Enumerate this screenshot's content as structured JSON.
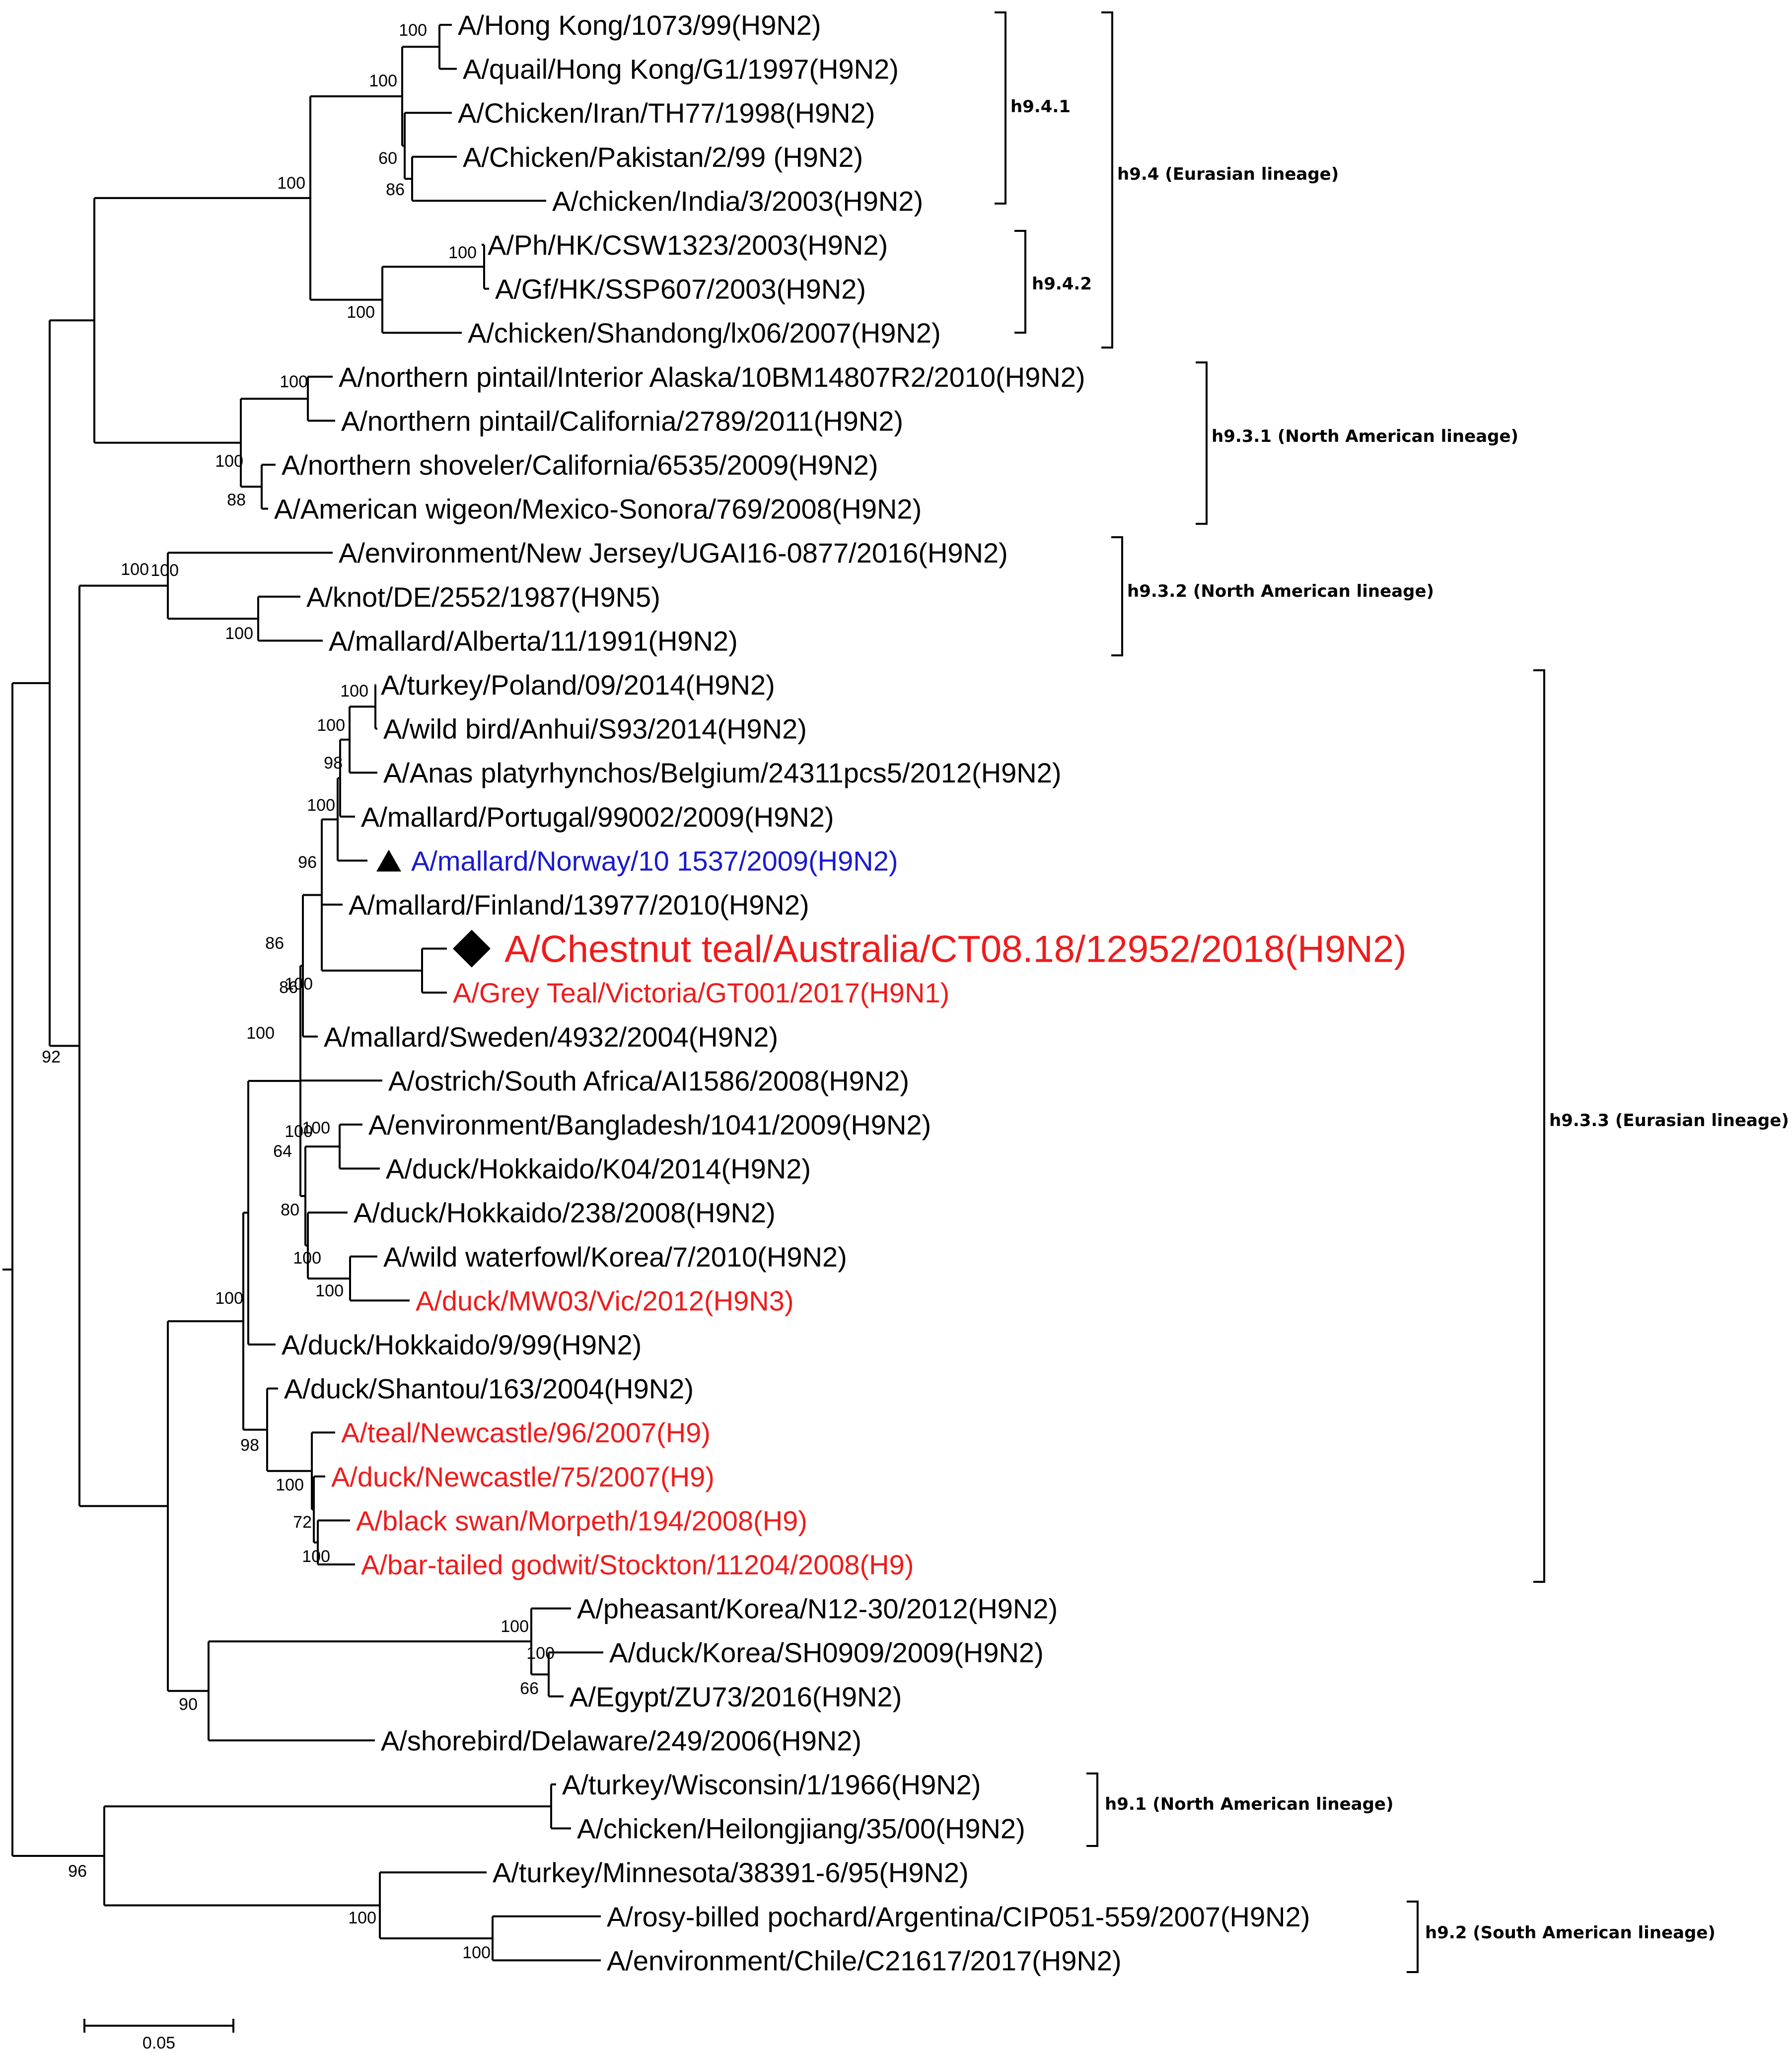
{
  "colors": {
    "black": "#000000",
    "red": "#ee1c1c",
    "blue": "#1a1acc"
  },
  "taxa": [
    {
      "label": "A/Hong Kong/1073/99(H9N2)",
      "color": "#000000"
    },
    {
      "label": "A/quail/Hong Kong/G1/1997(H9N2)",
      "color": "#000000"
    },
    {
      "label": "A/Chicken/Iran/TH77/1998(H9N2)",
      "color": "#000000"
    },
    {
      "label": "A/Chicken/Pakistan/2/99 (H9N2)",
      "color": "#000000"
    },
    {
      "label": "A/chicken/India/3/2003(H9N2)",
      "color": "#000000"
    },
    {
      "label": "A/Ph/HK/CSW1323/2003(H9N2)",
      "color": "#000000"
    },
    {
      "label": "A/Gf/HK/SSP607/2003(H9N2)",
      "color": "#000000"
    },
    {
      "label": "A/chicken/Shandong/lx06/2007(H9N2)",
      "color": "#000000"
    },
    {
      "label": "A/northern pintail/Interior Alaska/10BM14807R2/2010(H9N2)",
      "color": "#000000"
    },
    {
      "label": "A/northern pintail/California/2789/2011(H9N2)",
      "color": "#000000"
    },
    {
      "label": "A/northern shoveler/California/6535/2009(H9N2)",
      "color": "#000000"
    },
    {
      "label": "A/American wigeon/Mexico-Sonora/769/2008(H9N2)",
      "color": "#000000"
    },
    {
      "label": "A/environment/New Jersey/UGAI16-0877/2016(H9N2)",
      "color": "#000000"
    },
    {
      "label": "A/knot/DE/2552/1987(H9N5)",
      "color": "#000000"
    },
    {
      "label": "A/mallard/Alberta/11/1991(H9N2)",
      "color": "#000000"
    },
    {
      "label": "A/turkey/Poland/09/2014(H9N2)",
      "color": "#000000"
    },
    {
      "label": "A/wild bird/Anhui/S93/2014(H9N2)",
      "color": "#000000"
    },
    {
      "label": "A/Anas platyrhynchos/Belgium/24311pcs5/2012(H9N2)",
      "color": "#000000"
    },
    {
      "label": "A/mallard/Portugal/99002/2009(H9N2)",
      "color": "#000000"
    },
    {
      "label": "A/mallard/Norway/10 1537/2009(H9N2)",
      "color": "#1a1acc",
      "marker": "triangle"
    },
    {
      "label": "A/mallard/Finland/13977/2010(H9N2)",
      "color": "#000000"
    },
    {
      "label": "A/Chestnut  teal/Australia/CT08.18/12952/2018(H9N2)",
      "color": "#ee1c1c",
      "marker": "diamond",
      "emphasis": true
    },
    {
      "label": "A/Grey Teal/Victoria/GT001/2017(H9N1)",
      "color": "#ee1c1c"
    },
    {
      "label": "A/mallard/Sweden/4932/2004(H9N2)",
      "color": "#000000"
    },
    {
      "label": "A/ostrich/South Africa/AI1586/2008(H9N2)",
      "color": "#000000"
    },
    {
      "label": "A/environment/Bangladesh/1041/2009(H9N2)",
      "color": "#000000"
    },
    {
      "label": "A/duck/Hokkaido/K04/2014(H9N2)",
      "color": "#000000"
    },
    {
      "label": "A/duck/Hokkaido/238/2008(H9N2)",
      "color": "#000000"
    },
    {
      "label": "A/wild waterfowl/Korea/7/2010(H9N2)",
      "color": "#000000"
    },
    {
      "label": "A/duck/MW03/Vic/2012(H9N3)",
      "color": "#ee1c1c"
    },
    {
      "label": "A/duck/Hokkaido/9/99(H9N2)",
      "color": "#000000"
    },
    {
      "label": "A/duck/Shantou/163/2004(H9N2)",
      "color": "#000000"
    },
    {
      "label": "A/teal/Newcastle/96/2007(H9)",
      "color": "#ee1c1c"
    },
    {
      "label": "A/duck/Newcastle/75/2007(H9)",
      "color": "#ee1c1c"
    },
    {
      "label": "A/black swan/Morpeth/194/2008(H9)",
      "color": "#ee1c1c"
    },
    {
      "label": "A/bar-tailed godwit/Stockton/11204/2008(H9)",
      "color": "#ee1c1c"
    },
    {
      "label": "A/pheasant/Korea/N12-30/2012(H9N2)",
      "color": "#000000"
    },
    {
      "label": "A/duck/Korea/SH0909/2009(H9N2)",
      "color": "#000000"
    },
    {
      "label": "A/Egypt/ZU73/2016(H9N2)",
      "color": "#000000"
    },
    {
      "label": "A/shorebird/Delaware/249/2006(H9N2)",
      "color": "#000000"
    },
    {
      "label": "A/turkey/Wisconsin/1/1966(H9N2)",
      "color": "#000000"
    },
    {
      "label": "A/chicken/Heilongjiang/35/00(H9N2)",
      "color": "#000000"
    },
    {
      "label": "A/turkey/Minnesota/38391-6/95(H9N2)",
      "color": "#000000"
    },
    {
      "label": "A/rosy-billed pochard/Argentina/CIP051-559/2007(H9N2)",
      "color": "#000000"
    },
    {
      "label": "A/environment/Chile/C21617/2017(H9N2)",
      "color": "#000000"
    }
  ],
  "bootstrap": [
    "100",
    "100",
    "60",
    "86",
    "100",
    "100",
    "100",
    "86",
    "100",
    "100",
    "88",
    "100",
    "100",
    "100",
    "100",
    "98",
    "100",
    "96",
    "100",
    "86",
    "100",
    "100",
    "64",
    "100",
    "80",
    "100",
    "100",
    "100",
    "98",
    "100",
    "72",
    "100",
    "100",
    "100",
    "66",
    "90",
    "92",
    "100",
    "96",
    "100",
    "100"
  ],
  "clades": [
    {
      "label": "h9.4.1"
    },
    {
      "label": "h9.4.2"
    },
    {
      "label": "h9.4 (Eurasian lineage)"
    },
    {
      "label": "h9.3.1 (North American lineage)"
    },
    {
      "label": "h9.3.2 (North American lineage)"
    },
    {
      "label": "h9.3.3 (Eurasian lineage)"
    },
    {
      "label": "h9.1 (North American lineage)"
    },
    {
      "label": "h9.2 (South American lineage)"
    }
  ],
  "scale_bar": {
    "label": "0.05"
  }
}
